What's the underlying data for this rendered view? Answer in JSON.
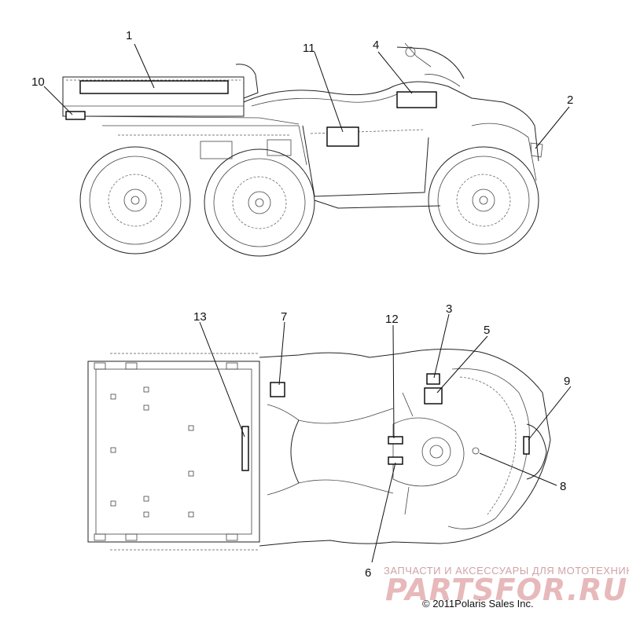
{
  "callouts": {
    "n1": "1",
    "n2": "2",
    "n3": "3",
    "n4": "4",
    "n5": "5",
    "n6": "6",
    "n7": "7",
    "n8": "8",
    "n9": "9",
    "n10": "10",
    "n11": "11",
    "n12": "12",
    "n13": "13"
  },
  "watermark": {
    "tagline": "ЗАПЧАСТИ И АКСЕССУАРЫ ДЛЯ МОТОТЕХНИКИ",
    "brand": "PARTSFOR.RU"
  },
  "copyright": "© 2011Polaris Sales Inc."
}
